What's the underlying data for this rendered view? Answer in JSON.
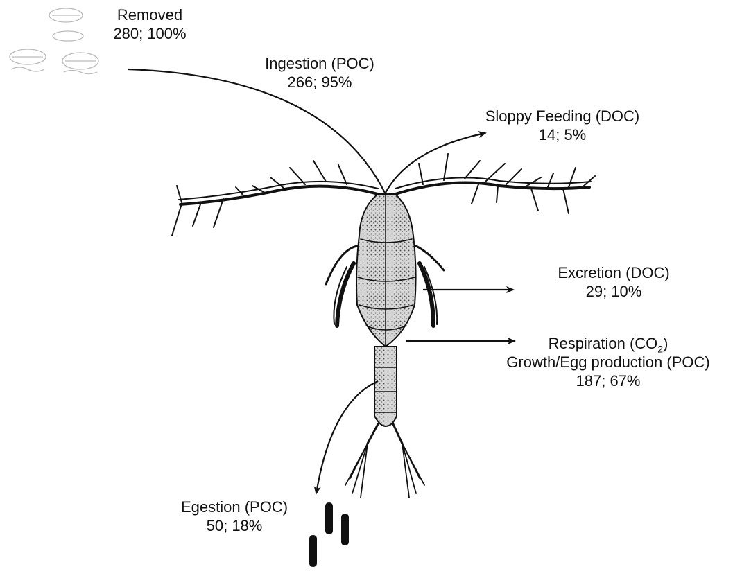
{
  "flows": {
    "removed": {
      "name": "Removed",
      "value": "280; 100%"
    },
    "ingestion": {
      "name": "Ingestion (POC)",
      "value": "266; 95%"
    },
    "sloppy_feeding": {
      "name": "Sloppy Feeding (DOC)",
      "value": "14; 5%"
    },
    "excretion": {
      "name": "Excretion (DOC)",
      "value": "29; 10%"
    },
    "respiration": {
      "name_prefix": "Respiration (CO",
      "name_sub": "2",
      "name_suffix": ")",
      "line2": "Growth/Egg production (POC)",
      "value": "187; 67%"
    },
    "egestion": {
      "name": "Egestion (POC)",
      "value": "50; 18%"
    }
  },
  "icons": [
    "phytoplankton-cells-icon",
    "copepod-icon",
    "fecal-pellets-icon",
    "flow-arrow-icon"
  ]
}
